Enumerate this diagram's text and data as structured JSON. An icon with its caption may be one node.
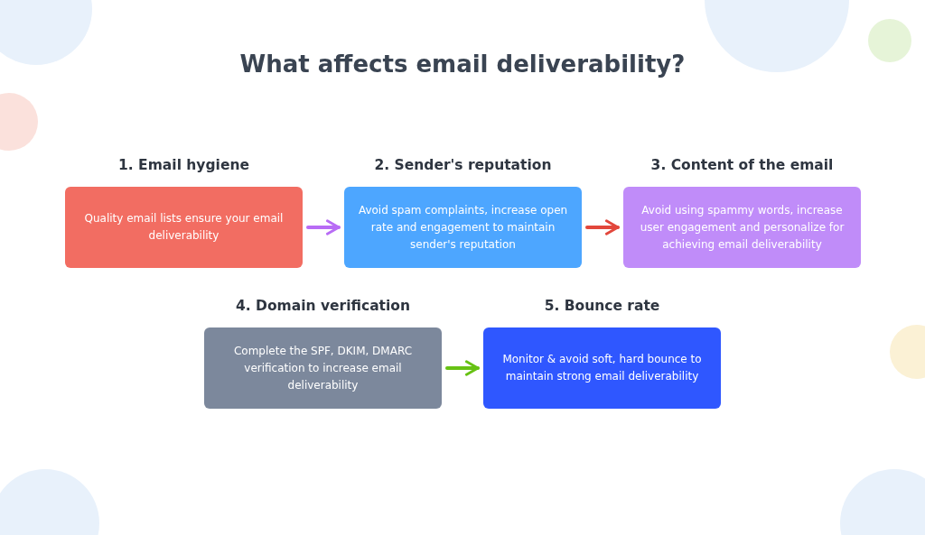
{
  "diagram": {
    "title": "What affects email deliverability?",
    "nodes": [
      {
        "text": [
          "1. Email hygiene",
          "Quality email lists ensure your email deliverability"
        ]
      },
      {
        "text": [
          "2. Sender's reputation",
          "Avoid spam complaints, increase open rate and engagement to maintain sender's reputation"
        ]
      },
      {
        "text": [
          "3. Content of the email",
          "Avoid using spammy words, increase user engagement and personalize for achieving email deliverability"
        ]
      },
      {
        "text": [
          "4. Domain verification",
          "Complete the SPF, DKIM, DMARC verification to increase email deliverability"
        ]
      },
      {
        "text": [
          "5. Bounce rate",
          "Monitor & avoid soft, hard bounce to maintain strong email deliverability"
        ]
      }
    ],
    "edges": [
      {
        "from": 0,
        "to": 1,
        "arrow": "to",
        "color": "#b86cf5"
      },
      {
        "from": 1,
        "to": 2,
        "arrow": "to",
        "color": "#e2473c"
      },
      {
        "from": 3,
        "to": 4,
        "arrow": "to",
        "color": "#67c214"
      }
    ]
  }
}
